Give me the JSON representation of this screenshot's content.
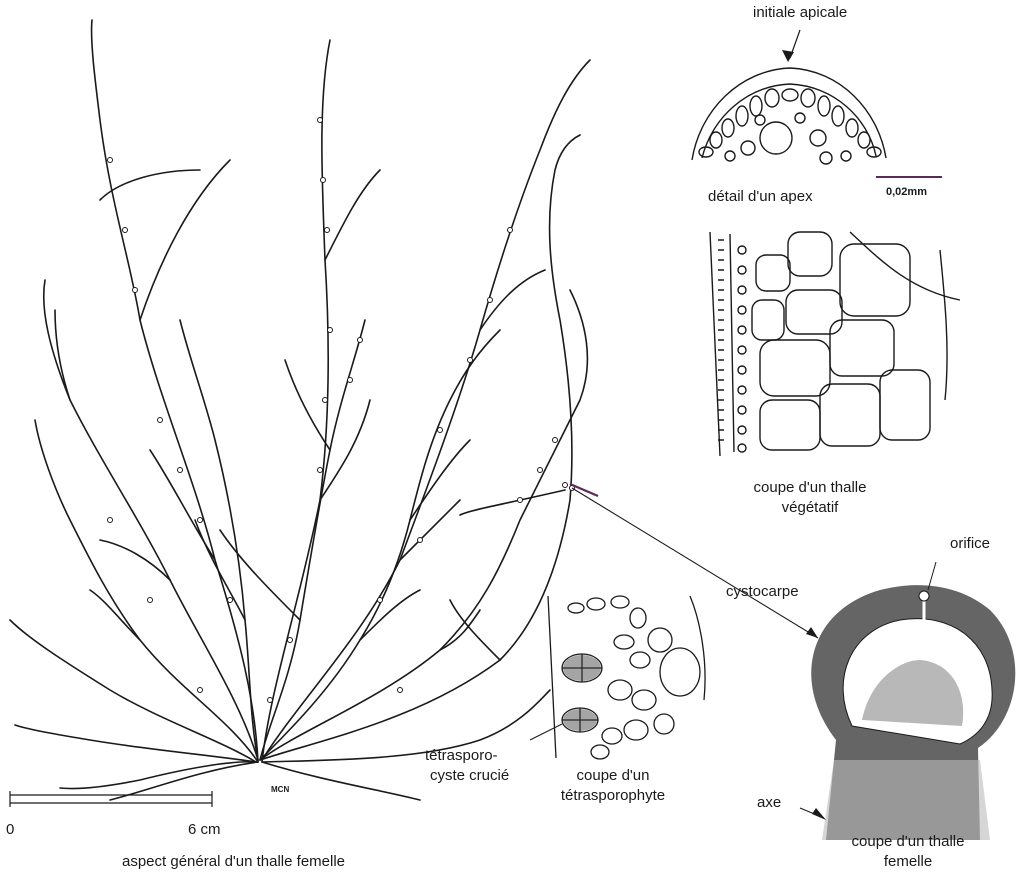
{
  "labels": {
    "initiale_apicale": "initiale apicale",
    "detail_apex": "détail d'un apex",
    "scale_small": "0,02mm",
    "coupe_vegetatif_line1": "coupe d'un thalle",
    "coupe_vegetatif_line2": "végétatif",
    "orifice": "orifice",
    "cystocarpe": "cystocarpe",
    "tetrasporocyste_line1": "tétrasporo-",
    "tetrasporocyste_line2": "cyste crucié",
    "coupe_tetra_line1": "coupe d'un",
    "coupe_tetra_line2": "tétrasporophyte",
    "axe": "axe",
    "scale_zero": "0",
    "scale_6cm": "6 cm",
    "coupe_femelle_line1": "coupe d'un thalle",
    "coupe_femelle_line2": "femelle",
    "aspect_general": "aspect général d'un thalle femelle",
    "mcn_mark": "MCN"
  },
  "colors": {
    "ink": "#1a1a1a",
    "accent_line": "#5a2a5a"
  }
}
